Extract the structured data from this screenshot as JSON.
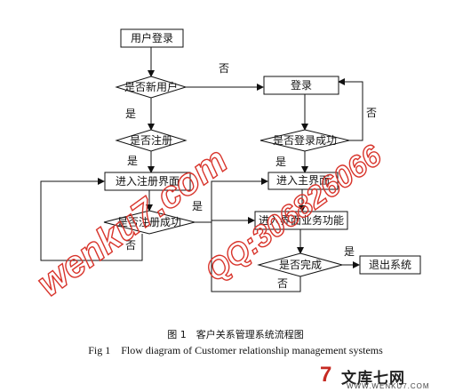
{
  "nodes": {
    "user_login": "用户登录",
    "is_new_user": "是否新用户",
    "is_registered": "是否注册",
    "enter_register_page": "进入注册界面",
    "register_success": "是否注册成功",
    "login": "登录",
    "login_success": "是否登录成功",
    "enter_main_page": "进入主界面",
    "main_business": "进入界面业务功能",
    "is_done": "是否完成",
    "exit_system": "退出系统"
  },
  "edge_labels": {
    "new_user_no": "否",
    "new_user_yes": "是",
    "registered_yes": "是",
    "register_success_yes": "是",
    "register_success_no": "否",
    "login_success_no": "否",
    "login_success_yes": "是",
    "done_yes": "是",
    "done_no": "否"
  },
  "caption": {
    "zh": "图 1　客户关系管理系统流程图",
    "en": "Fig 1　Flow diagram of Customer relationship management systems"
  },
  "watermark": {
    "text1": "wenku7.com",
    "text2": "QQ:306826066",
    "color": "#d8342b"
  },
  "logo": {
    "mark": "7",
    "name": "文库七网",
    "url": "WWW.WENKU7.COM",
    "color": "#c62a22"
  }
}
